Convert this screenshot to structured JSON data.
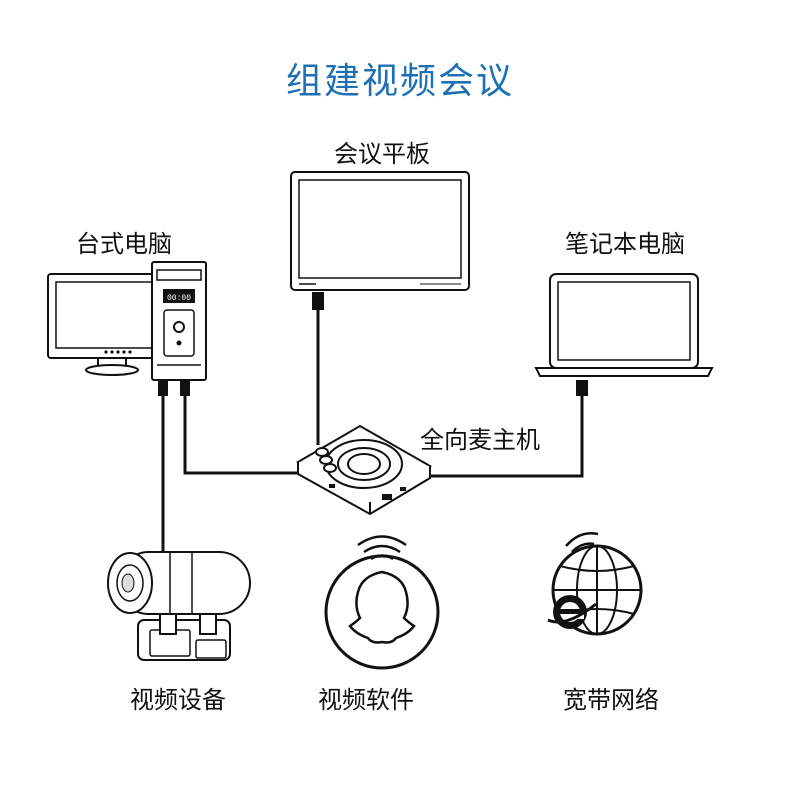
{
  "title": "组建视频会议",
  "colors": {
    "title": "#1f6fb5",
    "stroke": "#111111",
    "cable": "#111111"
  },
  "devices": {
    "desktop": {
      "label": "台式电脑",
      "icon": "desktop-computer-icon",
      "display_text": "00:00"
    },
    "tablet": {
      "label": "会议平板",
      "icon": "conference-tablet-icon"
    },
    "laptop": {
      "label": "笔记本电脑",
      "icon": "laptop-icon"
    },
    "mic_host": {
      "label": "全向麦主机",
      "icon": "omnidirectional-mic-host-icon"
    },
    "video_device": {
      "label": "视频设备",
      "icon": "ptz-camera-icon"
    },
    "video_software": {
      "label": "视频软件",
      "icon": "qq-penguin-wifi-icon"
    },
    "broadband": {
      "label": "宽带网络",
      "icon": "globe-ie-wifi-icon"
    }
  }
}
